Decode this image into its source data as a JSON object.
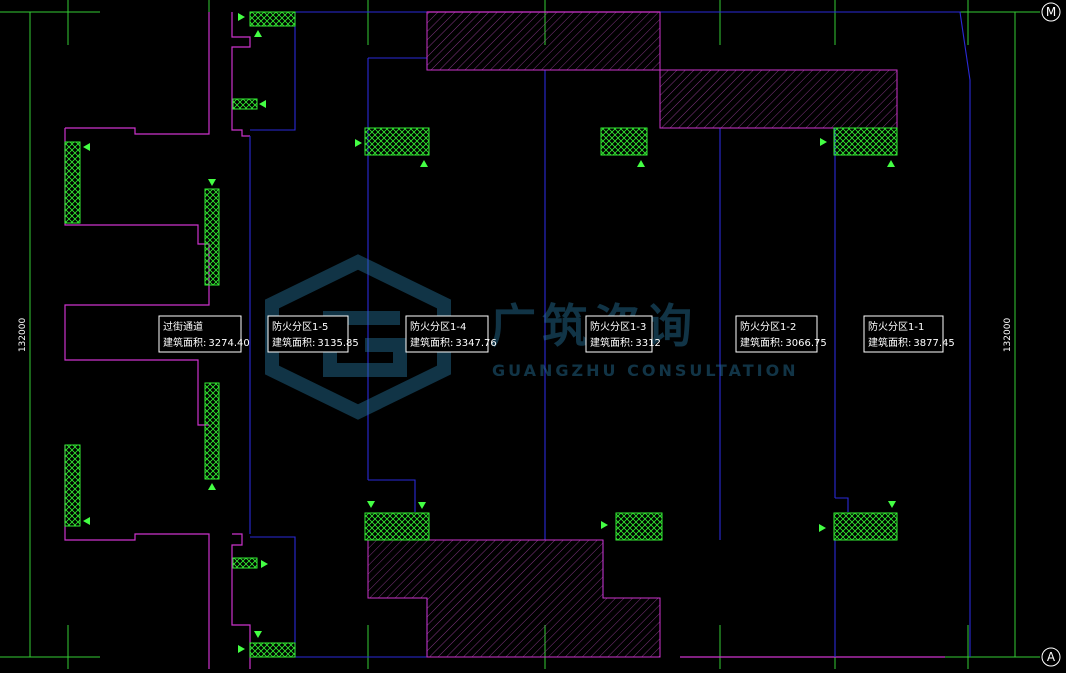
{
  "drawing": {
    "colors": {
      "background": "#000000",
      "grid_axis": "#33cc33",
      "wall_magenta": "#cc33cc",
      "partition_blue": "#2a2ad8",
      "hatch_green": "#33ee33",
      "hatch_magenta": "#cc33cc",
      "arrow_green": "#44ff44",
      "label_border": "#ffffff",
      "watermark": "#2a7da8"
    },
    "axis_markers": {
      "top": "M",
      "bottom": "A"
    },
    "dimensions": {
      "left": "132000",
      "right": "132000"
    },
    "zones": [
      {
        "name": "过街通道",
        "area_label": "建筑面积:",
        "area": "3274.40"
      },
      {
        "name": "防火分区1-5",
        "area_label": "建筑面积:",
        "area": "3135.85"
      },
      {
        "name": "防火分区1-4",
        "area_label": "建筑面积:",
        "area": "3347.76"
      },
      {
        "name": "防火分区1-3",
        "area_label": "建筑面积:",
        "area": "3312"
      },
      {
        "name": "防火分区1-2",
        "area_label": "建筑面积:",
        "area": "3066.75"
      },
      {
        "name": "防火分区1-1",
        "area_label": "建筑面积:",
        "area": "3877.45"
      }
    ],
    "watermark": {
      "title": "广筑咨询",
      "subtitle": "GUANGZHU CONSULTATION",
      "logo_icon": "hexagon-g-logo-icon"
    }
  }
}
